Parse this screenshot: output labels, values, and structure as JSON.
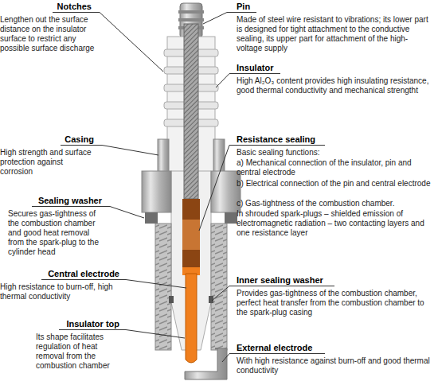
{
  "diagram": {
    "labels": [
      "Notches",
      "Lengthen out the surface distance on the insulator surface to restrict any possible surface discharge",
      "Pin",
      "Made of steel wire resistant to vibrations; its lower part is designed for tight attachment to the conductive sealing, its upper part for attachment of the high-voltage supply",
      "Insulator",
      "High Al₂O₃ content provides high insulating resistance, good thermal conductivity and mechanical strengtht",
      "Casing",
      "High strength and surface protection against corrosion",
      "Resistance sealing",
      "Basic sealing functions:",
      "a) Mechanical connection of the insulator, pin and central electrode",
      "b) Electrical connection of the pin and central electrode",
      "c) Gas-tightness of the combustion chamber.",
      "In shrouded spark-plugs – shielded emission of electromagnetic radiation – two contacting layers and one resistance layer",
      "Sealing washer",
      "Secures gas-tightness of the combustion chamber and good heat removal from the spark-plug to the cylinder head",
      "Central electrode",
      "High resistance to burn-off, high thermal conductivity",
      "Inner sealing washer",
      "Provides gas-tightness of the combustion chamber, perfect heat transfer from the combustion chamber to the spark-plug casing",
      "Insulator top",
      "Its shape facilitates regulation of heat removal from the combustion chamber",
      "External electrode",
      "With high resistance against burn-off and good thermal conductivity"
    ]
  }
}
